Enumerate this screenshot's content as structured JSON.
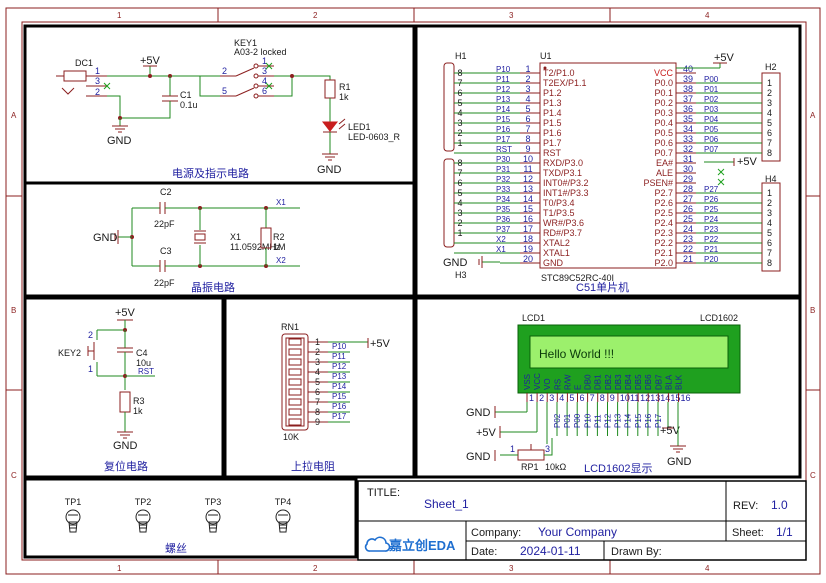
{
  "frame": {
    "cols": [
      "1",
      "2",
      "3",
      "4"
    ],
    "rows": [
      "A",
      "B",
      "C"
    ]
  },
  "power": {
    "title": "电源及指示电路",
    "dc1": "DC1",
    "vcc": "+5V",
    "gnd": "GND",
    "key1_ref": "KEY1",
    "key1_val": "A03-2 locked",
    "c1_ref": "C1",
    "c1_val": "0.1u",
    "r1_ref": "R1",
    "r1_val": "1k",
    "led1_ref": "LED1",
    "led1_val": "LED-0603_R",
    "pins": [
      "1",
      "2",
      "3",
      "2",
      "3",
      "5",
      "4",
      "1",
      "6"
    ]
  },
  "crystal": {
    "title": "晶振电路",
    "c2_ref": "C2",
    "c2_val": "22pF",
    "c3_ref": "C3",
    "c3_val": "22pF",
    "x1_ref": "X1",
    "x1_val": "11.0592MHz",
    "r2_ref": "R2",
    "r2_val": "1M",
    "gnd": "GND",
    "net_x1": "X1",
    "net_x2": "X2"
  },
  "mcu": {
    "title": "C51单片机",
    "u1_ref": "U1",
    "u1_val": "STC89C52RC-40I",
    "h1": "H1",
    "h2": "H2",
    "h3": "H3",
    "h4": "H4",
    "gnd": "GND",
    "vcc": "+5V",
    "left_pins": [
      {
        "name": "T2/P1.0",
        "num": "1",
        "net": "P10"
      },
      {
        "name": "T2EX/P1.1",
        "num": "2",
        "net": "P11"
      },
      {
        "name": "P1.2",
        "num": "3",
        "net": "P12"
      },
      {
        "name": "P1.3",
        "num": "4",
        "net": "P13"
      },
      {
        "name": "P1.4",
        "num": "5",
        "net": "P14"
      },
      {
        "name": "P1.5",
        "num": "6",
        "net": "P15"
      },
      {
        "name": "P1.6",
        "num": "7",
        "net": "P16"
      },
      {
        "name": "P1.7",
        "num": "8",
        "net": "P17"
      },
      {
        "name": "RST",
        "num": "9",
        "net": "RST"
      },
      {
        "name": "RXD/P3.0",
        "num": "10",
        "net": "P30"
      },
      {
        "name": "TXD/P3.1",
        "num": "11",
        "net": "P31"
      },
      {
        "name": "INT0#/P3.2",
        "num": "12",
        "net": "P32"
      },
      {
        "name": "INT1#/P3.3",
        "num": "13",
        "net": "P33"
      },
      {
        "name": "T0/P3.4",
        "num": "14",
        "net": "P34"
      },
      {
        "name": "T1/P3.5",
        "num": "15",
        "net": "P35"
      },
      {
        "name": "WR#/P3.6",
        "num": "16",
        "net": "P36"
      },
      {
        "name": "RD#/P3.7",
        "num": "17",
        "net": "P37"
      },
      {
        "name": "XTAL2",
        "num": "18",
        "net": "X2"
      },
      {
        "name": "XTAL1",
        "num": "19",
        "net": "X1"
      },
      {
        "name": "GND",
        "num": "20",
        "net": ""
      }
    ],
    "right_pins": [
      {
        "name": "VCC",
        "num": "40",
        "net": ""
      },
      {
        "name": "P0.0",
        "num": "39",
        "net": "P00"
      },
      {
        "name": "P0.1",
        "num": "38",
        "net": "P01"
      },
      {
        "name": "P0.2",
        "num": "37",
        "net": "P02"
      },
      {
        "name": "P0.3",
        "num": "36",
        "net": "P03"
      },
      {
        "name": "P0.4",
        "num": "35",
        "net": "P04"
      },
      {
        "name": "P0.5",
        "num": "34",
        "net": "P05"
      },
      {
        "name": "P0.6",
        "num": "33",
        "net": "P06"
      },
      {
        "name": "P0.7",
        "num": "32",
        "net": "P07"
      },
      {
        "name": "EA#",
        "num": "31",
        "net": ""
      },
      {
        "name": "ALE",
        "num": "30",
        "net": ""
      },
      {
        "name": "PSEN#",
        "num": "29",
        "net": ""
      },
      {
        "name": "P2.7",
        "num": "28",
        "net": "P27"
      },
      {
        "name": "P2.6",
        "num": "27",
        "net": "P26"
      },
      {
        "name": "P2.5",
        "num": "26",
        "net": "P25"
      },
      {
        "name": "P2.4",
        "num": "25",
        "net": "P24"
      },
      {
        "name": "P2.3",
        "num": "24",
        "net": "P23"
      },
      {
        "name": "P2.2",
        "num": "23",
        "net": "P22"
      },
      {
        "name": "P2.1",
        "num": "22",
        "net": "P21"
      },
      {
        "name": "P2.0",
        "num": "21",
        "net": "P20"
      }
    ],
    "h1_nums": [
      "8",
      "7",
      "6",
      "5",
      "4",
      "3",
      "2",
      "1"
    ],
    "h3_nums": [
      "8",
      "7",
      "6",
      "5",
      "4",
      "3",
      "2",
      "1"
    ],
    "h2_nums": [
      "1",
      "2",
      "3",
      "4",
      "5",
      "6",
      "7",
      "8"
    ],
    "h4_nums": [
      "1",
      "2",
      "3",
      "4",
      "5",
      "6",
      "7",
      "8"
    ]
  },
  "reset": {
    "title": "复位电路",
    "vcc": "+5V",
    "key2_ref": "KEY2",
    "c4_ref": "C4",
    "c4_val": "10u",
    "net_rst": "RST",
    "r3_ref": "R3",
    "r3_val": "1k",
    "gnd": "GND",
    "pins": [
      "2",
      "1"
    ]
  },
  "pullup": {
    "title": "上拉电阻",
    "rn1_ref": "RN1",
    "rn1_val": "10K",
    "vcc": "+5V",
    "pins": [
      "1",
      "2",
      "3",
      "4",
      "5",
      "6",
      "7",
      "8",
      "9"
    ],
    "nets": [
      "P10",
      "P11",
      "P12",
      "P13",
      "P14",
      "P15",
      "P16",
      "P17"
    ]
  },
  "lcd": {
    "title": "LCD1602显示",
    "lcd1_ref": "LCD1",
    "lcd1_val": "LCD1602",
    "screen_text": "Hello World !!!",
    "pin_names": [
      "VSS",
      "VCC",
      "VO",
      "RS",
      "R/W",
      "E",
      "DB0",
      "DB1",
      "DB2",
      "DB3",
      "DB4",
      "DB5",
      "DB6",
      "DB7",
      "BLA",
      "BLK"
    ],
    "pin_nums": [
      "1",
      "2",
      "3",
      "4",
      "5",
      "6",
      "7",
      "8",
      "9",
      "10",
      "11",
      "12",
      "13",
      "14",
      "15",
      "16"
    ],
    "nets": [
      "P02",
      "P01",
      "P00",
      "P10",
      "P11",
      "P12",
      "P13",
      "P14",
      "P15",
      "P16",
      "P17"
    ],
    "gnd": "GND",
    "vcc": "+5V",
    "rp1_ref": "RP1",
    "rp1_val": "10kΩ",
    "rp_pins": [
      "1",
      "3"
    ]
  },
  "screws": {
    "title": "螺丝",
    "items": [
      "TP1",
      "TP2",
      "TP3",
      "TP4"
    ]
  },
  "titleblock": {
    "title_label": "TITLE:",
    "title_value": "Sheet_1",
    "rev_label": "REV:",
    "rev_value": "1.0",
    "company_label": "Company:",
    "company_value": "Your Company",
    "sheet_label": "Sheet:",
    "sheet_value": "1/1",
    "date_label": "Date:",
    "date_value": "2024-01-11",
    "drawn_label": "Drawn By:",
    "logo_text": "嘉立创EDA"
  }
}
